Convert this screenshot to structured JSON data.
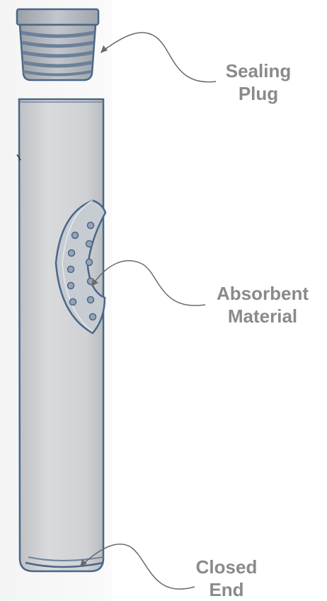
{
  "labels": {
    "sealing_plug": {
      "line1": "Sealing",
      "line2": "Plug"
    },
    "absorbent_material": {
      "line1": "Absorbent",
      "line2": "Material"
    },
    "closed_end": {
      "line1": "Closed",
      "line2": "End"
    }
  },
  "colors": {
    "outline": "#4a6788",
    "tube_fill": "#cfd1d4",
    "plug_fill": "#b2b7bd",
    "label_text": "#8a8a8a",
    "leader_line": "#6a6a6a",
    "material_fill": "#c7ccd3"
  }
}
